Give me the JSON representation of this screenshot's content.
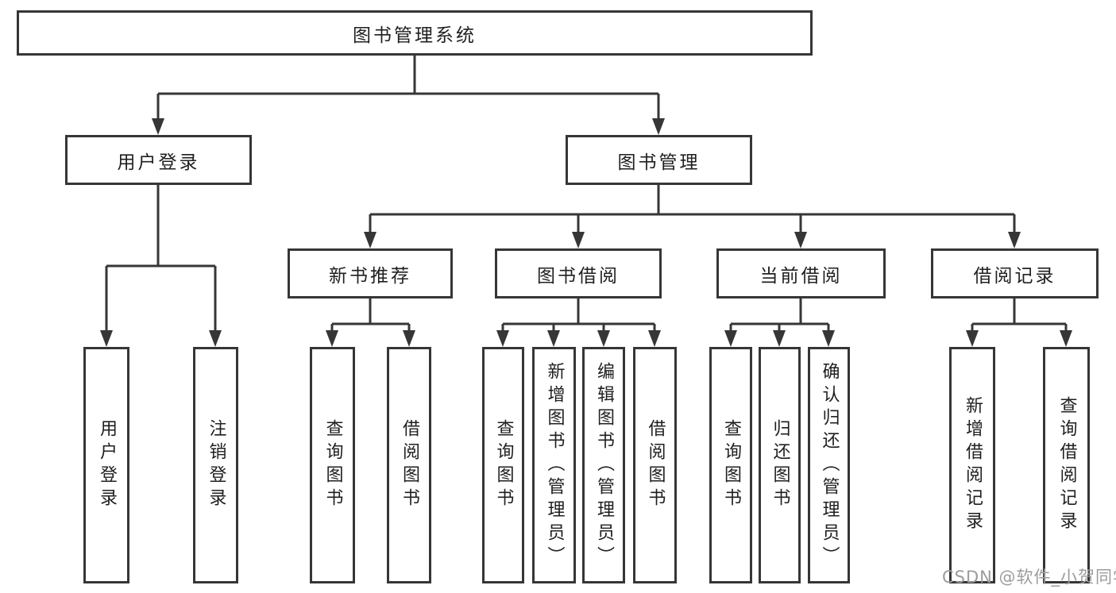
{
  "tree": {
    "label": "图书管理系统",
    "children": [
      {
        "label": "用户登录",
        "children": [
          {
            "label": "用户登录"
          },
          {
            "label": "注销登录"
          }
        ]
      },
      {
        "label": "图书管理",
        "children": [
          {
            "label": "新书推荐",
            "children": [
              {
                "label": "查询图书"
              },
              {
                "label": "借阅图书"
              }
            ]
          },
          {
            "label": "图书借阅",
            "children": [
              {
                "label": "查询图书"
              },
              {
                "label": "新增图书（管理员）"
              },
              {
                "label": "编辑图书（管理员）"
              },
              {
                "label": "借阅图书"
              }
            ]
          },
          {
            "label": "当前借阅",
            "children": [
              {
                "label": "查询图书"
              },
              {
                "label": "归还图书"
              },
              {
                "label": "确认归还（管理员）"
              }
            ]
          },
          {
            "label": "借阅记录",
            "children": [
              {
                "label": "新增借阅记录"
              },
              {
                "label": "查询借阅记录"
              }
            ]
          }
        ]
      }
    ]
  },
  "watermark": {
    "text": "CSDN @软件_小贺同学"
  },
  "colors": {
    "line": "#363636",
    "box_border": "#363636",
    "text": "#1f1f1f",
    "watermark": "#9c9c9c",
    "background": "#ffffff"
  }
}
